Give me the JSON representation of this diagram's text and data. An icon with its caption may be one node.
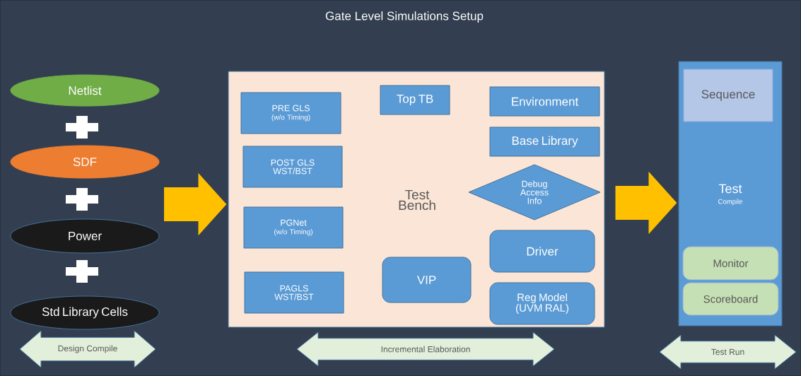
{
  "diagram": {
    "title": "Gate Level Simulations Setup",
    "nodes": [
      {
        "text": [
          "Netlist"
        ]
      },
      {
        "text": [
          "SDF"
        ]
      },
      {
        "text": [
          "Power"
        ]
      },
      {
        "text": [
          "Std Library Cells"
        ]
      },
      {
        "text": [
          "Test Bench"
        ]
      },
      {
        "text": [
          "PRE GLS",
          "(w/o Timing)"
        ],
        "in": 4
      },
      {
        "text": [
          "POST GLS WST/BST"
        ],
        "in": 4
      },
      {
        "text": [
          "PGNet",
          "(w/o Timing)"
        ],
        "in": 4
      },
      {
        "text": [
          "PAGLS WST/BST"
        ],
        "in": 4
      },
      {
        "text": [
          "Top TB"
        ],
        "in": 4
      },
      {
        "text": [
          "VIP"
        ],
        "in": 4
      },
      {
        "text": [
          "Environment"
        ],
        "in": 4
      },
      {
        "text": [
          "Base Library"
        ],
        "in": 4
      },
      {
        "text": [
          "Debug Access Info"
        ],
        "in": 4
      },
      {
        "text": [
          "Driver"
        ],
        "in": 4
      },
      {
        "text": [
          "Reg Model (UVM RAL)"
        ],
        "in": 4
      },
      {
        "text": [
          "Test",
          "Compile"
        ]
      },
      {
        "text": [
          "Sequence"
        ],
        "in": 16
      },
      {
        "text": [
          "Monitor"
        ],
        "in": 16
      },
      {
        "text": [
          "Scoreboard"
        ],
        "in": 16
      },
      {
        "text": [
          "Design Compile"
        ]
      },
      {
        "text": [
          "Incremental Elaboration"
        ]
      },
      {
        "text": [
          "Test Run"
        ]
      }
    ],
    "edges": [
      {
        "from": null,
        "to": 4,
        "arrow": "to"
      },
      {
        "from": 4,
        "to": 16,
        "arrow": "to"
      }
    ]
  }
}
